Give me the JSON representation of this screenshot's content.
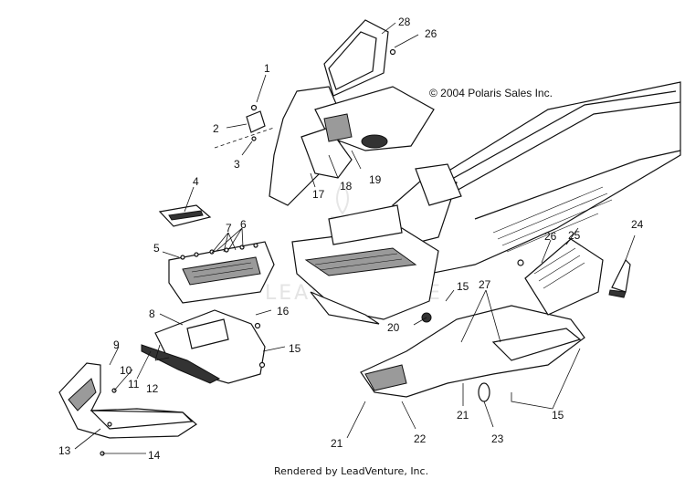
{
  "copyright": "© 2004 Polaris Sales Inc.",
  "footer": "Rendered by LeadVenture, Inc.",
  "watermark_text": "LEADVENTURE",
  "callouts": {
    "c1": "1",
    "c2": "2",
    "c3": "3",
    "c4": "4",
    "c5": "5",
    "c6": "6",
    "c7": "7",
    "c8": "8",
    "c9": "9",
    "c10": "10",
    "c11": "11",
    "c12": "12",
    "c13": "13",
    "c14": "14",
    "c15a": "15",
    "c15b": "15",
    "c15c": "15",
    "c16": "16",
    "c17": "17",
    "c18": "18",
    "c19": "19",
    "c20": "20",
    "c21a": "21",
    "c21b": "21",
    "c22": "22",
    "c23": "23",
    "c24": "24",
    "c25": "25",
    "c26a": "26",
    "c26b": "26",
    "c27": "27",
    "c28": "28"
  }
}
